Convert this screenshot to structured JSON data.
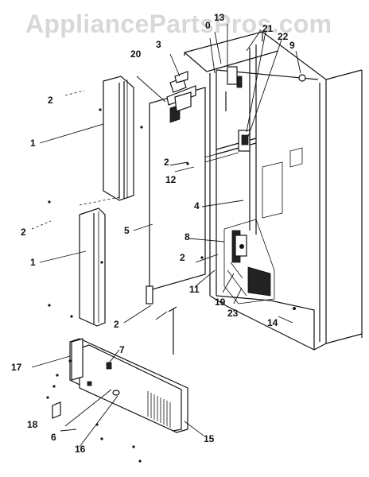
{
  "watermark": "AppliancePartsPros.com",
  "callouts": {
    "c1a": "1",
    "c1b": "1",
    "c2a": "2",
    "c2b": "2",
    "c2c": "2",
    "c2d": "2",
    "c2e": "2",
    "c3": "3",
    "c4": "4",
    "c5": "5",
    "c6": "6",
    "c7": "7",
    "c8": "8",
    "c9": "9",
    "c11": "11",
    "c12": "12",
    "c13": "13",
    "c14": "14",
    "c15": "15",
    "c16": "16",
    "c17": "17",
    "c18": "18",
    "c19": "19",
    "c20": "20",
    "c21": "21",
    "c22": "22",
    "c23": "23",
    "c0": "0"
  }
}
